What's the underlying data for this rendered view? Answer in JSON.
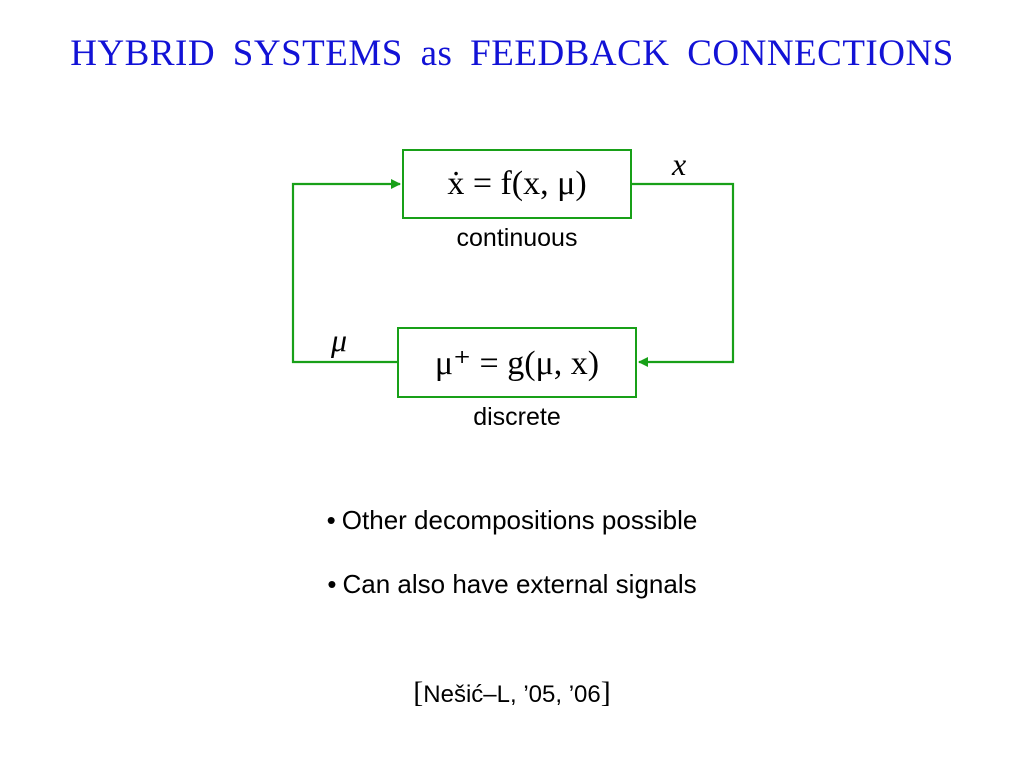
{
  "title": "HYBRID  SYSTEMS  as  FEEDBACK  CONNECTIONS",
  "diagram": {
    "continuous_block": {
      "equation": "ẋ = f(x, μ)",
      "caption": "continuous"
    },
    "discrete_block": {
      "equation": "μ⁺ = g(μ, x)",
      "caption": "discrete"
    },
    "signal_x": "x",
    "signal_mu": "μ",
    "wire_color": "#18a018"
  },
  "bullets": [
    "Other decompositions possible",
    "Can also have external signals"
  ],
  "bullet_symbol": "•",
  "citation": {
    "open": "[",
    "text": "Nešić–L, ’05, ’06",
    "close": "]"
  },
  "colors": {
    "title": "#1212d6",
    "block_border": "#18a018"
  }
}
